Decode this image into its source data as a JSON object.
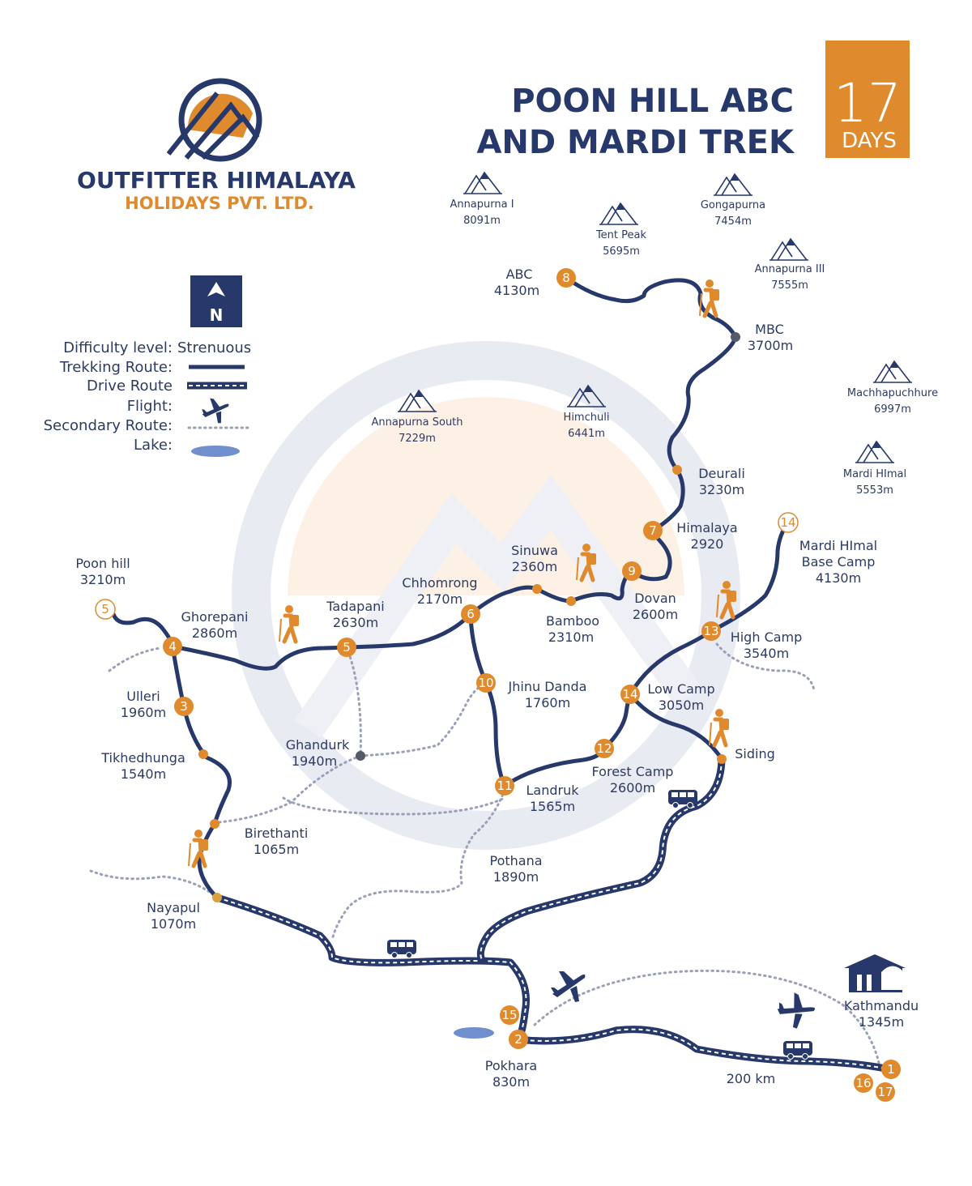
{
  "title": {
    "line1": "POON HILL ABC",
    "line2": "AND MARDI TREK"
  },
  "duration": {
    "number": "17",
    "unit": "DAYS"
  },
  "brand": {
    "name": "OUTFITTER HIMALAYA",
    "subtitle": "HOLIDAYS PVT. LTD."
  },
  "colors": {
    "navy": "#27386a",
    "orange": "#e08a2e",
    "secondary": "#9aa0b8",
    "lake": "#6f8fcf"
  },
  "legend": {
    "north": "N",
    "difficulty_label": "Difficulty level:",
    "difficulty_value": "Strenuous",
    "trekking": "Trekking Route:",
    "drive": "Drive Route",
    "flight": "Flight:",
    "secondary": "Secondary Route:",
    "lake": "Lake:"
  },
  "peaks": [
    {
      "name": "Annapurna I",
      "elev": "8091m"
    },
    {
      "name": "Tent Peak",
      "elev": "5695m"
    },
    {
      "name": "Gongapurna",
      "elev": "7454m"
    },
    {
      "name": "Annapurna III",
      "elev": "7555m"
    },
    {
      "name": "Machhapuchhure",
      "elev": "6997m"
    },
    {
      "name": "Mardi HImal",
      "elev": "5553m"
    },
    {
      "name": "Annapurna South",
      "elev": "7229m"
    },
    {
      "name": "Himchuli",
      "elev": "6441m"
    }
  ],
  "places": {
    "poon_hill": {
      "name": "Poon hill",
      "elev": "3210m"
    },
    "ghorepani": {
      "name": "Ghorepani",
      "elev": "2860m"
    },
    "ulleri": {
      "name": "Ulleri",
      "elev": "1960m"
    },
    "tikhedhunga": {
      "name": "Tikhedhunga",
      "elev": "1540m"
    },
    "birethanti": {
      "name": "Birethanti",
      "elev": "1065m"
    },
    "nayapul": {
      "name": "Nayapul",
      "elev": "1070m"
    },
    "tadapani": {
      "name": "Tadapani",
      "elev": "2630m"
    },
    "ghandruk": {
      "name": "Ghandurk",
      "elev": "1940m"
    },
    "chhomrong": {
      "name": "Chhomrong",
      "elev": "2170m"
    },
    "sinuwa": {
      "name": "Sinuwa",
      "elev": "2360m"
    },
    "bamboo": {
      "name": "Bamboo",
      "elev": "2310m"
    },
    "dovan": {
      "name": "Dovan",
      "elev": "2600m"
    },
    "himalaya": {
      "name": "Himalaya",
      "elev": "2920"
    },
    "deurali": {
      "name": "Deurali",
      "elev": "3230m"
    },
    "mbc": {
      "name": "MBC",
      "elev": "3700m"
    },
    "abc": {
      "name": "ABC",
      "elev": "4130m"
    },
    "jhinu": {
      "name": "Jhinu Danda",
      "elev": "1760m"
    },
    "landruk": {
      "name": "Landruk",
      "elev": "1565m"
    },
    "pothana": {
      "name": "Pothana",
      "elev": "1890m"
    },
    "forest": {
      "name": "Forest Camp",
      "elev": "2600m"
    },
    "low": {
      "name": "Low Camp",
      "elev": "3050m"
    },
    "high": {
      "name": "High Camp",
      "elev": "3540m"
    },
    "mardi": {
      "name1": "Mardi HImal",
      "name2": "Base Camp",
      "elev": "4130m"
    },
    "siding": {
      "name": "Siding"
    },
    "pokhara": {
      "name": "Pokhara",
      "elev": "830m"
    },
    "kathmandu": {
      "name": "Kathmandu",
      "elev": "1345m"
    }
  },
  "distance": "200 km",
  "days": [
    "5",
    "4",
    "3",
    "5",
    "6",
    "10",
    "11",
    "12",
    "14",
    "13",
    "14",
    "7",
    "9",
    "8",
    "15",
    "2",
    "1",
    "16",
    "17"
  ]
}
